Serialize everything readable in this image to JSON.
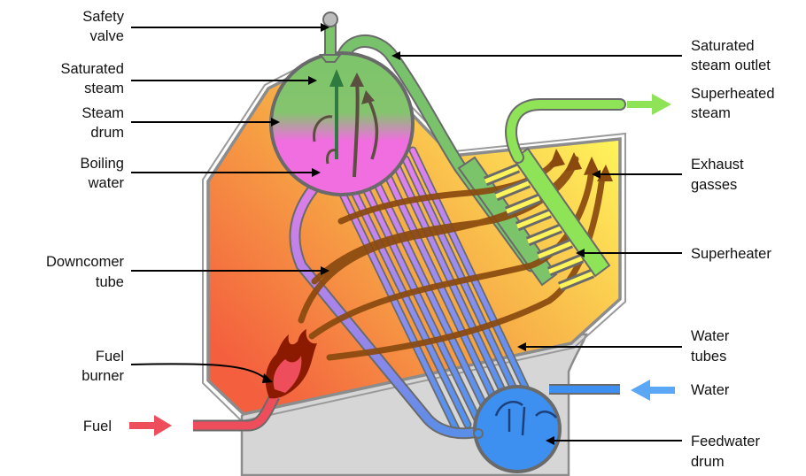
{
  "labels": {
    "safety_valve": [
      "Safety",
      "valve"
    ],
    "saturated_steam": [
      "Saturated",
      "steam"
    ],
    "steam_drum": [
      "Steam",
      "drum"
    ],
    "boiling_water": [
      "Boiling",
      "water"
    ],
    "downcomer_tube": [
      "Downcomer",
      "tube"
    ],
    "fuel_burner": [
      "Fuel",
      "burner"
    ],
    "fuel": "Fuel",
    "saturated_steam_outlet": [
      "Saturated",
      "steam outlet"
    ],
    "superheated_steam": [
      "Superheated",
      "steam"
    ],
    "exhaust_gasses": [
      "Exhaust",
      "gasses"
    ],
    "superheater": "Superheater",
    "water_tubes": [
      "Water",
      "tubes"
    ],
    "water": "Water",
    "feedwater_drum": [
      "Feedwater",
      "drum"
    ]
  },
  "colors": {
    "steam": "#7cc46a",
    "boiling_water": "#f06ee0",
    "feedwater": "#3d8ff0",
    "superheater": "#8fe356",
    "fuel_line": "#ee4d5c",
    "flame": "#8b1a00",
    "furnace_hot": "#f4683d",
    "furnace_cool": "#fff159",
    "flow_arrows": "#8a4a0f",
    "base": "#d6d6d6",
    "casing": "#8c8c8c"
  }
}
